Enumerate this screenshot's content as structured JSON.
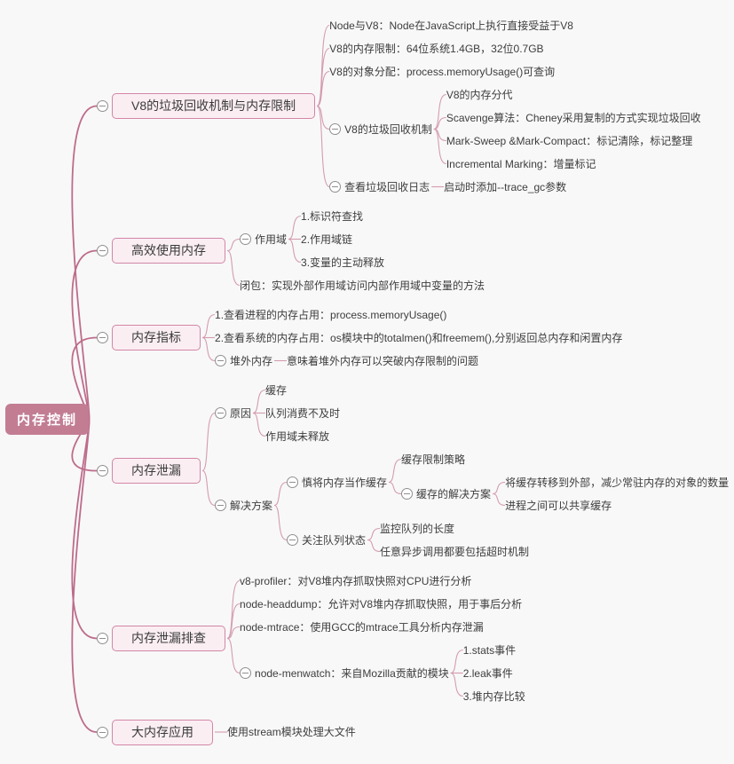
{
  "colors": {
    "canvas_bg": "#f8f8f8",
    "root_node_bg": "#c27d93",
    "root_node_text": "#ffffff",
    "branch_node_bg": "#faeef3",
    "branch_node_border": "#d286a6",
    "topic_text": "#3d3d3d",
    "connector": "#d49cb0",
    "root_connector": "#bd6c8b",
    "collapse_icon": "#8f8f8f"
  },
  "icons": {
    "collapse": "minus-circle-icon"
  },
  "mindmap": {
    "root": {
      "label": "内存控制",
      "type": "root",
      "children": [
        {
          "label": "V8的垃圾回收机制与内存限制",
          "type": "box",
          "children": [
            {
              "label": "Node与V8：Node在JavaScript上执行直接受益于V8"
            },
            {
              "label": "V8的内存限制：64位系统1.4GB，32位0.7GB"
            },
            {
              "label": "V8的对象分配：process.memoryUsage()可查询"
            },
            {
              "label": "V8的垃圾回收机制",
              "children": [
                {
                  "label": "V8的内存分代"
                },
                {
                  "label": "Scavenge算法：Cheney采用复制的方式实现垃圾回收"
                },
                {
                  "label": "Mark-Sweep &Mark-Compact：标记清除，标记整理"
                },
                {
                  "label": "Incremental Marking：增量标记"
                }
              ]
            },
            {
              "label": "查看垃圾回收日志",
              "children": [
                {
                  "label": "启动时添加--trace_gc参数"
                }
              ]
            }
          ]
        },
        {
          "label": "高效使用内存",
          "type": "box",
          "children": [
            {
              "label": "作用域",
              "children": [
                {
                  "label": "1.标识符查找"
                },
                {
                  "label": "2.作用域链"
                },
                {
                  "label": "3.变量的主动释放"
                }
              ]
            },
            {
              "label": "闭包：实现外部作用域访问内部作用域中变量的方法"
            }
          ]
        },
        {
          "label": "内存指标",
          "type": "box",
          "children": [
            {
              "label": "1.查看进程的内存占用：process.memoryUsage()"
            },
            {
              "label": "2.查看系统的内存占用：os模块中的totalmen()和freemem(),分别返回总内存和闲置内存"
            },
            {
              "label": "堆外内存",
              "children": [
                {
                  "label": "意味着堆外内存可以突破内存限制的问题"
                }
              ]
            }
          ]
        },
        {
          "label": "内存泄漏",
          "type": "box",
          "children": [
            {
              "label": "原因",
              "children": [
                {
                  "label": "缓存"
                },
                {
                  "label": "队列消费不及时"
                },
                {
                  "label": "作用域未释放"
                }
              ]
            },
            {
              "label": "解决方案",
              "children": [
                {
                  "label": "慎将内存当作缓存",
                  "children": [
                    {
                      "label": "缓存限制策略"
                    },
                    {
                      "label": "缓存的解决方案",
                      "children": [
                        {
                          "label": "将缓存转移到外部，减少常驻内存的对象的数量"
                        },
                        {
                          "label": "进程之间可以共享缓存"
                        }
                      ]
                    }
                  ]
                },
                {
                  "label": "关注队列状态",
                  "children": [
                    {
                      "label": "监控队列的长度"
                    },
                    {
                      "label": "任意异步调用都要包括超时机制"
                    }
                  ]
                }
              ]
            }
          ]
        },
        {
          "label": "内存泄漏排查",
          "type": "box",
          "children": [
            {
              "label": "v8-profiler：对V8堆内存抓取快照对CPU进行分析"
            },
            {
              "label": "node-headdump：允许对V8堆内存抓取快照，用于事后分析"
            },
            {
              "label": "node-mtrace：使用GCC的mtrace工具分析内存泄漏"
            },
            {
              "label": "node-menwatch：来自Mozilla贡献的模块",
              "children": [
                {
                  "label": "1.stats事件"
                },
                {
                  "label": "2.leak事件"
                },
                {
                  "label": "3.堆内存比较"
                }
              ]
            }
          ]
        },
        {
          "label": "大内存应用",
          "type": "box",
          "children": [
            {
              "label": "使用stream模块处理大文件"
            }
          ]
        }
      ]
    }
  }
}
